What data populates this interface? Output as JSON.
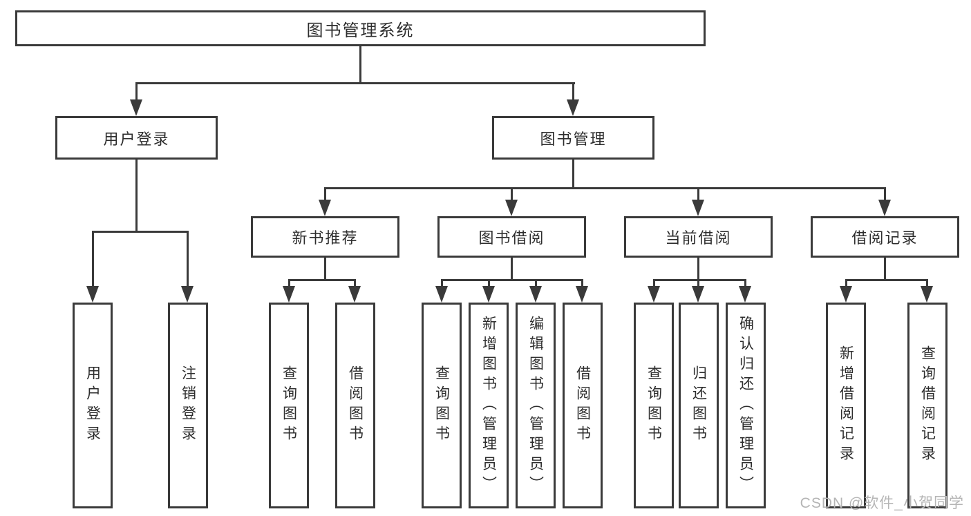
{
  "colors": {
    "line": "#3a3a3a",
    "text": "#2d2d2d",
    "background": "#ffffff",
    "watermark": "#b5b5b5"
  },
  "watermark": "CSDN @软件_小贺同学",
  "tree": {
    "root": {
      "label": "图书管理系统"
    },
    "branches": [
      {
        "label": "用户登录",
        "children": [
          {
            "label": "用户登录"
          },
          {
            "label": "注销登录"
          }
        ]
      },
      {
        "label": "图书管理",
        "children": [
          {
            "label": "新书推荐",
            "children": [
              {
                "label": "查询图书"
              },
              {
                "label": "借阅图书"
              }
            ]
          },
          {
            "label": "图书借阅",
            "children": [
              {
                "label": "查询图书"
              },
              {
                "label": "新增图书（管理员）"
              },
              {
                "label": "编辑图书（管理员）"
              },
              {
                "label": "借阅图书"
              }
            ]
          },
          {
            "label": "当前借阅",
            "children": [
              {
                "label": "查询图书"
              },
              {
                "label": "归还图书"
              },
              {
                "label": "确认归还（管理员）"
              }
            ]
          },
          {
            "label": "借阅记录",
            "children": [
              {
                "label": "新增借阅记录"
              },
              {
                "label": "查询借阅记录"
              }
            ]
          }
        ]
      }
    ]
  }
}
